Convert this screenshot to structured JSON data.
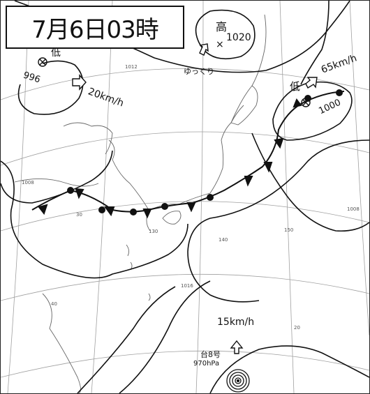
{
  "map": {
    "title": "7月6日03時",
    "pressure_systems": [
      {
        "kind": "high",
        "symbol": "高",
        "pressure": "1020",
        "marker": "×",
        "motion_text": "ゆっくり"
      },
      {
        "kind": "low",
        "symbol": "低",
        "pressure": "996",
        "motion_text": "20km/h"
      },
      {
        "kind": "low",
        "symbol": "低",
        "pressure": "1000",
        "motion_text": "65km/h"
      },
      {
        "kind": "typhoon",
        "name": "台8号",
        "pressure": "970hPa",
        "motion_text": "15km/h"
      }
    ],
    "isobar_labels": [
      "1008",
      "1012",
      "1008",
      "1016"
    ],
    "lat_labels": [
      "40",
      "30",
      "20"
    ],
    "lon_labels": [
      "140",
      "150",
      "130"
    ],
    "colors": {
      "ink": "#111111",
      "background": "#ffffff",
      "grid": "#9a9a9a",
      "coast": "#6a6a6a"
    }
  }
}
